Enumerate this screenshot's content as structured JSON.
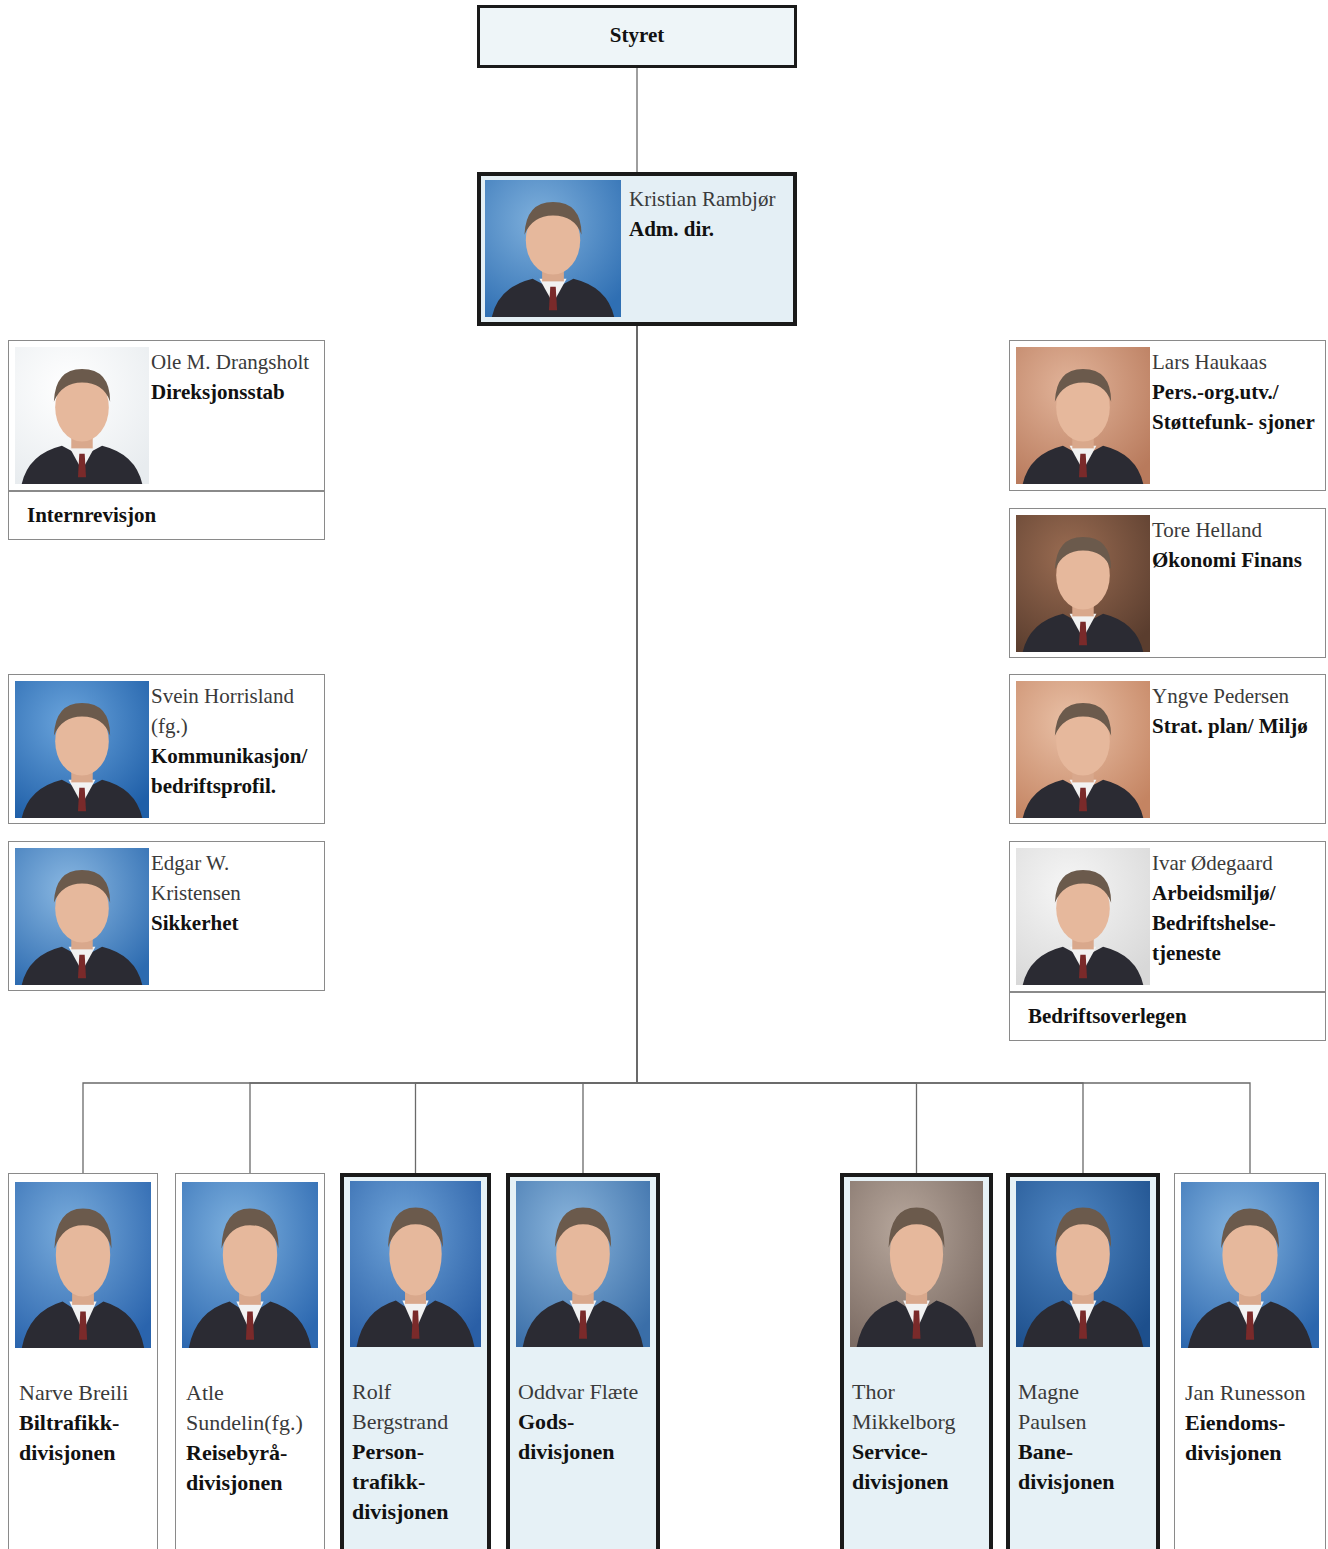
{
  "diagram": {
    "nodes": [
      {
        "text": [
          "Styret"
        ]
      },
      {
        "text": [
          "Kristian Rambjør",
          "Adm. dir."
        ]
      },
      {
        "text": [
          "Ole M. Drangsholt",
          "Direksjonsstab"
        ]
      },
      {
        "text": [
          "Lars Haukaas",
          "Pers.-org.utv./ Støttefunk- sjoner"
        ]
      },
      {
        "text": [
          "Internrevisjon"
        ]
      },
      {
        "text": [
          "Tore Helland",
          "Økonomi Finans"
        ]
      },
      {
        "text": [
          "Svein Horrisland (fg.)",
          "Kommunikasjon/ bedriftsprofil."
        ]
      },
      {
        "text": [
          "Yngve Pedersen",
          "Strat. plan/ Miljø"
        ]
      },
      {
        "text": [
          "Edgar W. Kristensen",
          "Sikkerhet"
        ]
      },
      {
        "text": [
          "Ivar Ødegaard",
          "Arbeidsmiljø/ Bedriftshelse- tjeneste"
        ]
      },
      {
        "text": [
          "Bedriftsoverlegen"
        ]
      },
      {
        "text": [
          "Narve Breili",
          "Biltrafikk- divisjonen"
        ]
      },
      {
        "text": [
          "Atle Sundelin(fg.)",
          "Reisebyrå- divisjonen"
        ]
      },
      {
        "text": [
          "Rolf Bergstrand",
          "Person- trafikk- divisjonen"
        ]
      },
      {
        "text": [
          "Oddvar Flæte",
          "Gods- divisjonen"
        ]
      },
      {
        "text": [
          "Thor Mikkelborg",
          "Service- divisjonen"
        ]
      },
      {
        "text": [
          "Magne Paulsen",
          "Bane- divisjonen"
        ]
      },
      {
        "text": [
          "Jan Runesson",
          "Eiendoms- divisjonen"
        ]
      }
    ],
    "edges": [
      {
        "from": 0,
        "to": 1,
        "arrow": "none"
      },
      {
        "from": 1,
        "to": 2,
        "arrow": "none"
      },
      {
        "from": 1,
        "to": 3,
        "arrow": "none"
      },
      {
        "from": 1,
        "to": 4,
        "arrow": "none"
      },
      {
        "from": 1,
        "to": 5,
        "arrow": "none"
      },
      {
        "from": 1,
        "to": 6,
        "arrow": "none"
      },
      {
        "from": 1,
        "to": 7,
        "arrow": "none"
      },
      {
        "from": 1,
        "to": 8,
        "arrow": "none"
      },
      {
        "from": 1,
        "to": 9,
        "arrow": "none"
      },
      {
        "from": 1,
        "to": 10,
        "arrow": "none"
      },
      {
        "from": 1,
        "to": 11,
        "arrow": "none"
      },
      {
        "from": 1,
        "to": 12,
        "arrow": "none"
      },
      {
        "from": 1,
        "to": 13,
        "arrow": "none"
      },
      {
        "from": 1,
        "to": 14,
        "arrow": "none"
      },
      {
        "from": 1,
        "to": 15,
        "arrow": "none"
      },
      {
        "from": 1,
        "to": 16,
        "arrow": "none"
      },
      {
        "from": 1,
        "to": 17,
        "arrow": "none"
      }
    ]
  }
}
